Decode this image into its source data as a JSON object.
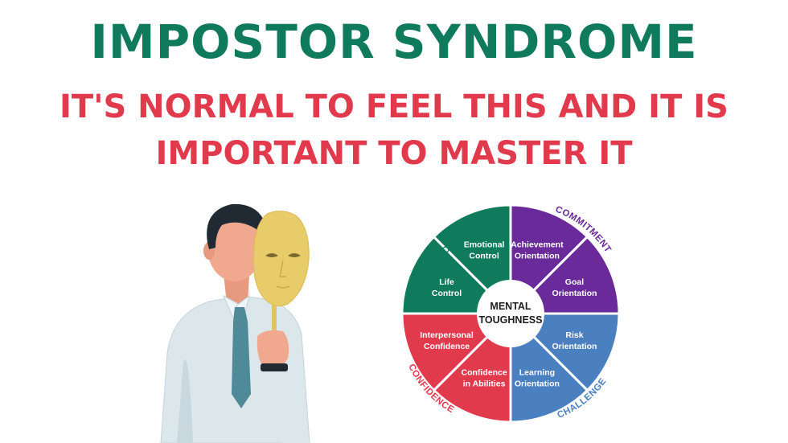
{
  "heading": {
    "title": "IMPOSTOR SYNDROME",
    "subtitle_line1": "IT'S NORMAL TO FEEL THIS AND IT IS",
    "subtitle_line2": "IMPORTANT TO MASTER IT"
  },
  "wheel": {
    "center_line1": "MENTAL",
    "center_line2": "TOUGHNESS",
    "quadrants": [
      {
        "name": "CONTROL",
        "color": "#0f7a5c",
        "segments": [
          {
            "line1": "Emotional",
            "line2": "Control"
          },
          {
            "line1": "Life",
            "line2": "Control"
          }
        ]
      },
      {
        "name": "COMMITMENT",
        "color": "#6a2a9a",
        "segments": [
          {
            "line1": "Achievement",
            "line2": "Orientation"
          },
          {
            "line1": "Goal",
            "line2": "Orientation"
          }
        ]
      },
      {
        "name": "CHALLENGE",
        "color": "#4a7fc0",
        "segments": [
          {
            "line1": "Risk",
            "line2": "Orientation"
          },
          {
            "line1": "Learning",
            "line2": "Orientation"
          }
        ]
      },
      {
        "name": "CONFIDENCE",
        "color": "#e23a4d",
        "segments": [
          {
            "line1": "Confidence",
            "line2": "in Abilities"
          },
          {
            "line1": "Interpersonal",
            "line2": "Confidence"
          }
        ]
      }
    ]
  },
  "illustration": {
    "icon": "man-holding-mask-icon",
    "colors": {
      "skin": "#f0a98e",
      "hair": "#1f2a33",
      "shirt": "#dce7ec",
      "tie": "#4f8a98",
      "mask": "#e8cc6a"
    }
  }
}
